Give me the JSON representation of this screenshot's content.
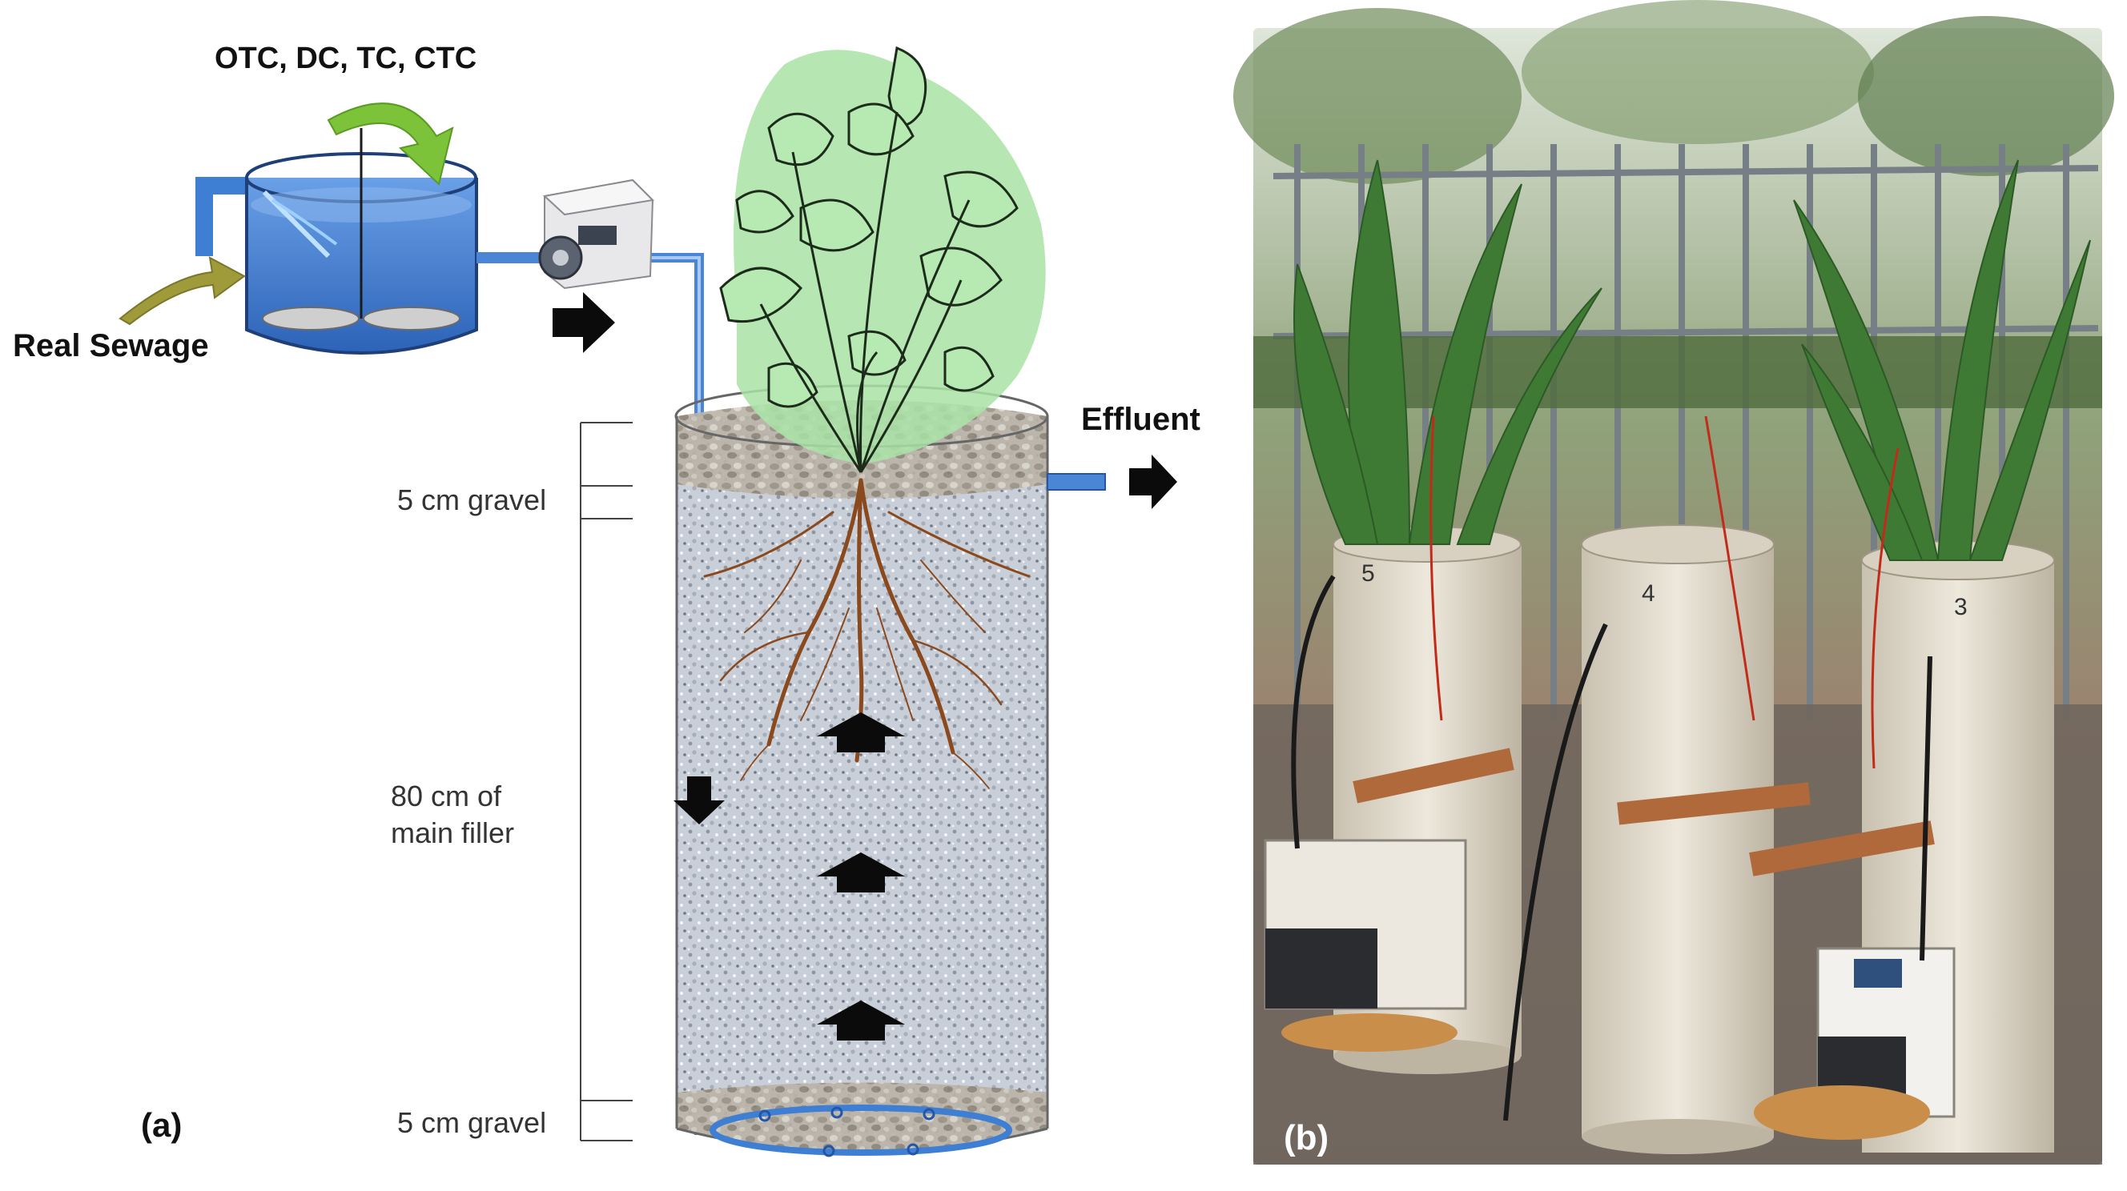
{
  "panel_a": {
    "label": "(a)",
    "antibiotics_label": "OTC, DC, TC, CTC",
    "sewage_label": "Real Sewage",
    "effluent_label": "Effluent",
    "top_layer_label": "5 cm gravel",
    "main_layer_label_line1": "80 cm of",
    "main_layer_label_line2": "main filler",
    "bottom_layer_label": "5 cm gravel"
  },
  "panel_b": {
    "label": "(b)",
    "column_numbers": [
      "5",
      "4",
      "3"
    ]
  },
  "colors": {
    "water": "#3f7fd3",
    "water_dark": "#2456a8",
    "arrow_green": "#7cc33a",
    "arrow_olive": "#9f9a3a",
    "leaf": "#a9e3a6",
    "root": "#8b4a1e",
    "gravel": "#c8ced6"
  }
}
